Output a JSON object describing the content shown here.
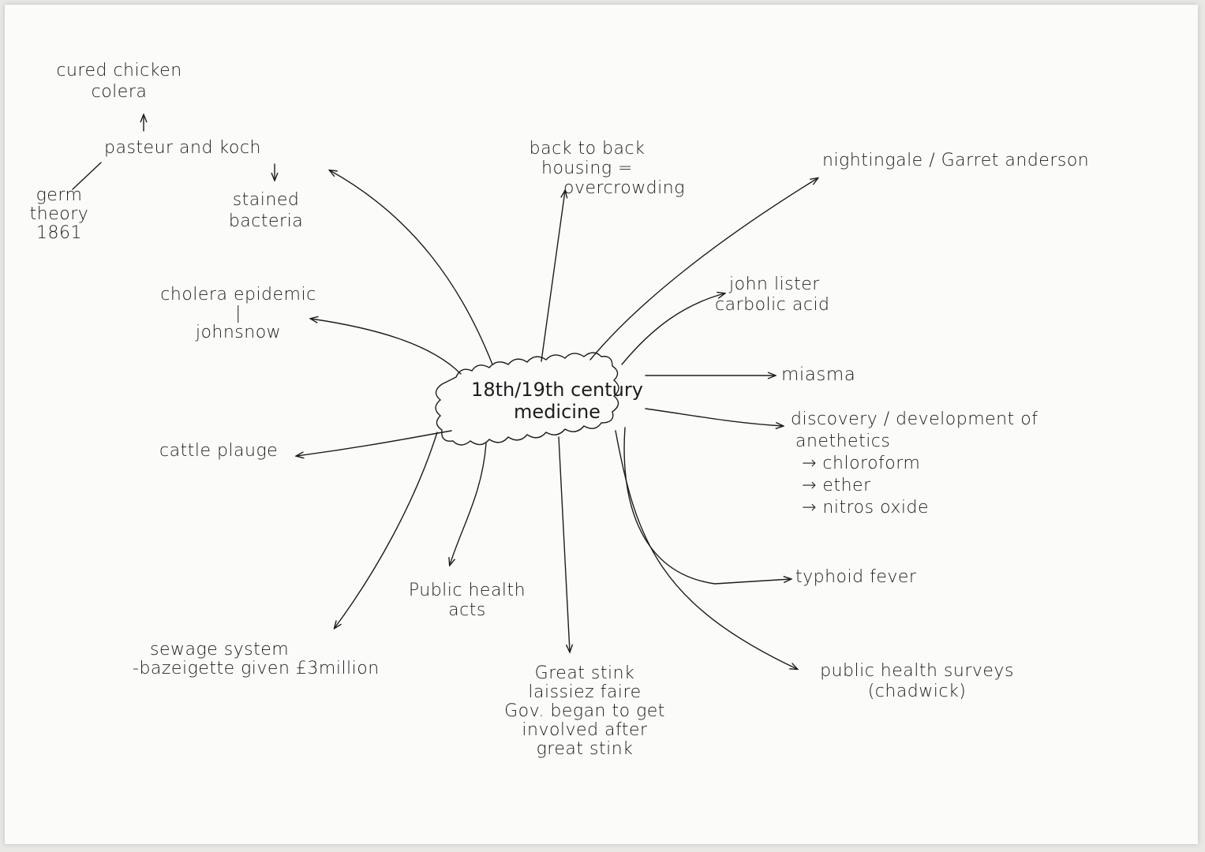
{
  "center": {
    "line1": "18th/19th century",
    "line2": "medicine"
  },
  "nodes": {
    "cured_chicken": [
      "cured chicken",
      "colera"
    ],
    "pasteur_koch": [
      "pasteur and koch"
    ],
    "stained": [
      "stained",
      "bacteria"
    ],
    "germ_theory": [
      "germ",
      "theory",
      "1861"
    ],
    "cholera": [
      "cholera epidemic",
      "|",
      "johnsnow"
    ],
    "cattle": [
      "cattle plauge"
    ],
    "sewage": [
      "sewage system",
      "-bazeigette given £3million"
    ],
    "public_health_acts": [
      "Public health",
      "acts"
    ],
    "great_stink": [
      "Great stink",
      "laissiez faire",
      "Gov. began to get",
      "involved after",
      "great stink"
    ],
    "back_to_back": [
      "back to back",
      "housing =",
      "overcrowding"
    ],
    "nightingale": [
      "nightingale / Garret anderson"
    ],
    "lister": [
      "john lister",
      "carbolic acid"
    ],
    "miasma": [
      "miasma"
    ],
    "anesthetics": [
      "discovery / development of",
      "anethetics",
      "→ chloroform",
      "→ ether",
      "→ nitros oxide"
    ],
    "typhoid": [
      "typhoid fever"
    ],
    "surveys": [
      "public health surveys",
      "(chadwick)"
    ]
  },
  "colors": {
    "ink": "#1d1d1d",
    "paper": "#fbfbfa",
    "background": "#e9e8e5"
  }
}
